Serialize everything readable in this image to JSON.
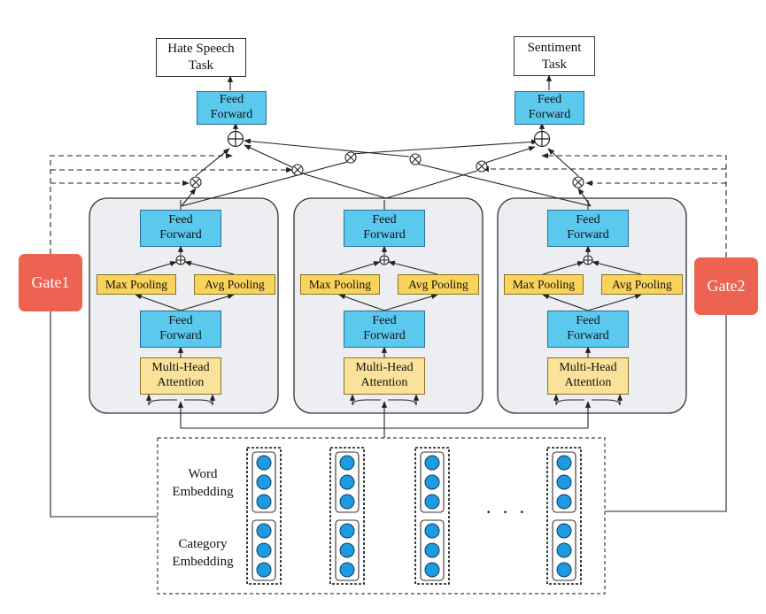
{
  "tasks": {
    "left_line1": "Hate Speech",
    "left_line2": "Task",
    "right_line1": "Sentiment",
    "right_line2": "Task"
  },
  "feed_forward": {
    "line1": "Feed",
    "line2": "Forward"
  },
  "pooling": {
    "max": "Max Pooling",
    "avg": "Avg Pooling"
  },
  "attention": {
    "line1": "Multi-Head",
    "line2": "Attention"
  },
  "gates": {
    "gate1": "Gate1",
    "gate2": "Gate2"
  },
  "embedding": {
    "word_line1": "Word",
    "word_line2": "Embedding",
    "category_line1": "Category",
    "category_line2": "Embedding",
    "ellipsis": "· · ·"
  },
  "colors": {
    "feed_forward": "#5bc8ee",
    "pooling": "#fad35a",
    "attention": "#fbe29a",
    "gate": "#ee6251",
    "expert_panel": "#eceef2",
    "embedding_dot": "#1e9ae0"
  }
}
